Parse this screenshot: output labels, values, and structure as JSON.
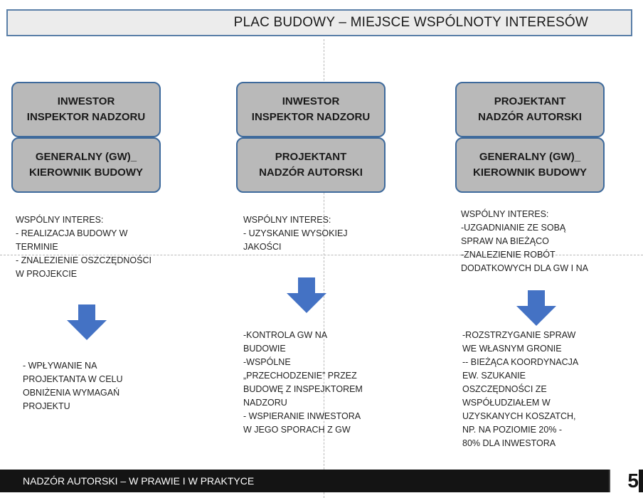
{
  "title": "PLAC BUDOWY – MIEJSCE WSPÓLNOTY INTERESÓW",
  "columns": [
    {
      "top_box": [
        "INWESTOR",
        "INSPEKTOR NADZORU"
      ],
      "bottom_box": [
        "GENERALNY (GW)_",
        "KIEROWNIK BUDOWY"
      ],
      "interest": [
        "WSPÓLNY INTERES:",
        "-  REALIZACJA BUDOWY W",
        "TERMINIE",
        "- ZNALEZIENIE OSZCZĘDNOŚCI",
        "W PROJEKCIE"
      ],
      "result": [
        "- WPŁYWANIE NA",
        "PROJEKTANTA W CELU",
        "OBNIŻENIA WYMAGAŃ",
        "PROJEKTU"
      ]
    },
    {
      "top_box": [
        "INWESTOR",
        "INSPEKTOR NADZORU"
      ],
      "bottom_box": [
        "PROJEKTANT",
        "NADZÓR AUTORSKI"
      ],
      "interest": [
        "WSPÓLNY INTERES:",
        "-  UZYSKANIE WYSOKIEJ",
        "JAKOŚCI"
      ],
      "result": [
        "-KONTROLA GW NA",
        "BUDOWIE",
        "-WSPÓLNE",
        "„PRZECHODZENIE” PRZEZ",
        "BUDOWĘ  Z INSPEJKTOREM",
        "NADZORU",
        "- WSPIERANIE INWESTORA",
        "W JEGO SPORACH Z GW"
      ]
    },
    {
      "top_box": [
        "PROJEKTANT",
        "NADZÓR AUTORSKI"
      ],
      "bottom_box": [
        "GENERALNY (GW)_",
        "KIEROWNIK BUDOWY"
      ],
      "interest": [
        "WSPÓLNY INTERES:",
        "-UZGADNIANIE ZE SOBĄ",
        "SPRAW NA BIEŻĄCO",
        "-ZNALEZIENIE ROBÓT",
        "DODATKOWYCH DLA GW I NA"
      ],
      "result": [
        "-ROZSTRZYGANIE SPRAW",
        "WE WŁASNYM GRONIE",
        "-- BIEŻĄCA KOORDYNACJA",
        "EW.  SZUKANIE",
        "OSZCZĘDNOŚCI  ZE",
        "WSPÓŁUDZIAŁEM W",
        "UZYSKANYCH KOSZATCH,",
        "NP. NA POZIOMIE 20% -",
        "80% DLA INWESTORA"
      ]
    }
  ],
  "footer": "NADZÓR AUTORSKI – W PRAWIE I W PRAKTYCE",
  "page_number": "5",
  "colors": {
    "box_fill": "#b9b9b9",
    "box_border": "#3e6a9c",
    "arrow": "#4472c4",
    "footer_bg": "#141414"
  }
}
